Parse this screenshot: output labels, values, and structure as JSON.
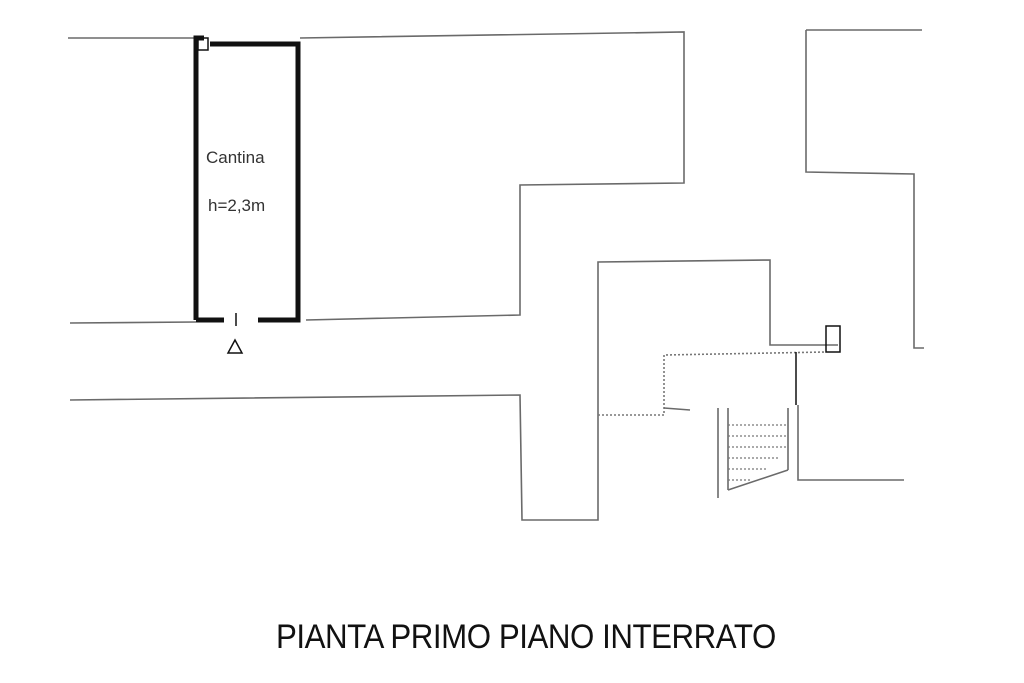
{
  "title": "PIANTA PRIMO PIANO INTERRATO",
  "room": {
    "name": "Cantina",
    "height": "h=2,3m"
  },
  "entrance_marker_icon": "triangle-entrance-icon",
  "stair_icon": "staircase-icon",
  "colors": {
    "background": "#ffffff",
    "wall": "#4a4a4a",
    "bold_wall": "#111111",
    "text": "#111111"
  }
}
